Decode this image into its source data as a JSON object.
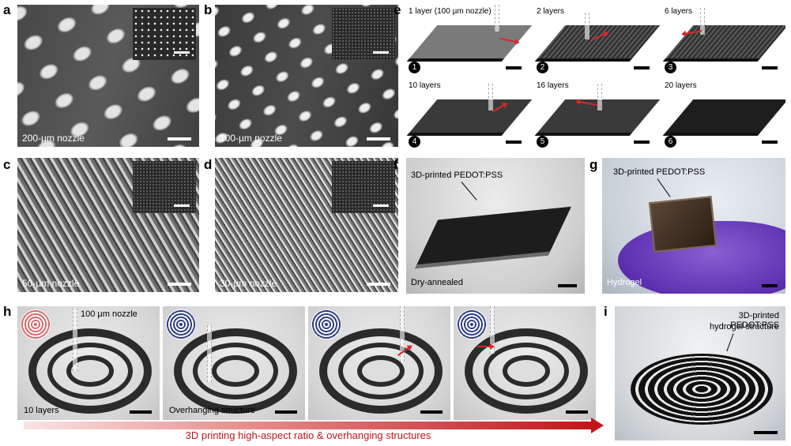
{
  "letters": {
    "a": "a",
    "b": "b",
    "c": "c",
    "d": "d",
    "e": "e",
    "f": "f",
    "g": "g",
    "h": "h",
    "i": "i"
  },
  "sem": {
    "a": "200-µm nozzle",
    "b": "100-µm nozzle",
    "c": "50-µm nozzle",
    "d": "30-µm nozzle"
  },
  "panel_e": {
    "tiles": [
      {
        "label": "1 layer (100 µm nozzle)",
        "num": "1"
      },
      {
        "label": "2 layers",
        "num": "2"
      },
      {
        "label": "6 layers",
        "num": "3"
      },
      {
        "label": "10 layers",
        "num": "4"
      },
      {
        "label": "16 layers",
        "num": "5"
      },
      {
        "label": "20 layers",
        "num": "6"
      }
    ]
  },
  "panel_f": {
    "callout": "3D-printed PEDOT:PSS",
    "bottom": "Dry-annealed"
  },
  "panel_g": {
    "callout": "3D-printed PEDOT:PSS",
    "bottom": "Hydrogel"
  },
  "panel_h": {
    "nozzle": "100 µm nozzle",
    "layers": "10 layers",
    "overhang": "Overhanging structure",
    "caption": "3D printing high-aspect ratio & overhanging structures"
  },
  "panel_i": {
    "callout_line1": "3D-printed PEDOT:PSS",
    "callout_line2": "hydrogel structure"
  },
  "colors": {
    "accent_red": "#c0161c",
    "spiral_blue": "#2f3e86"
  }
}
